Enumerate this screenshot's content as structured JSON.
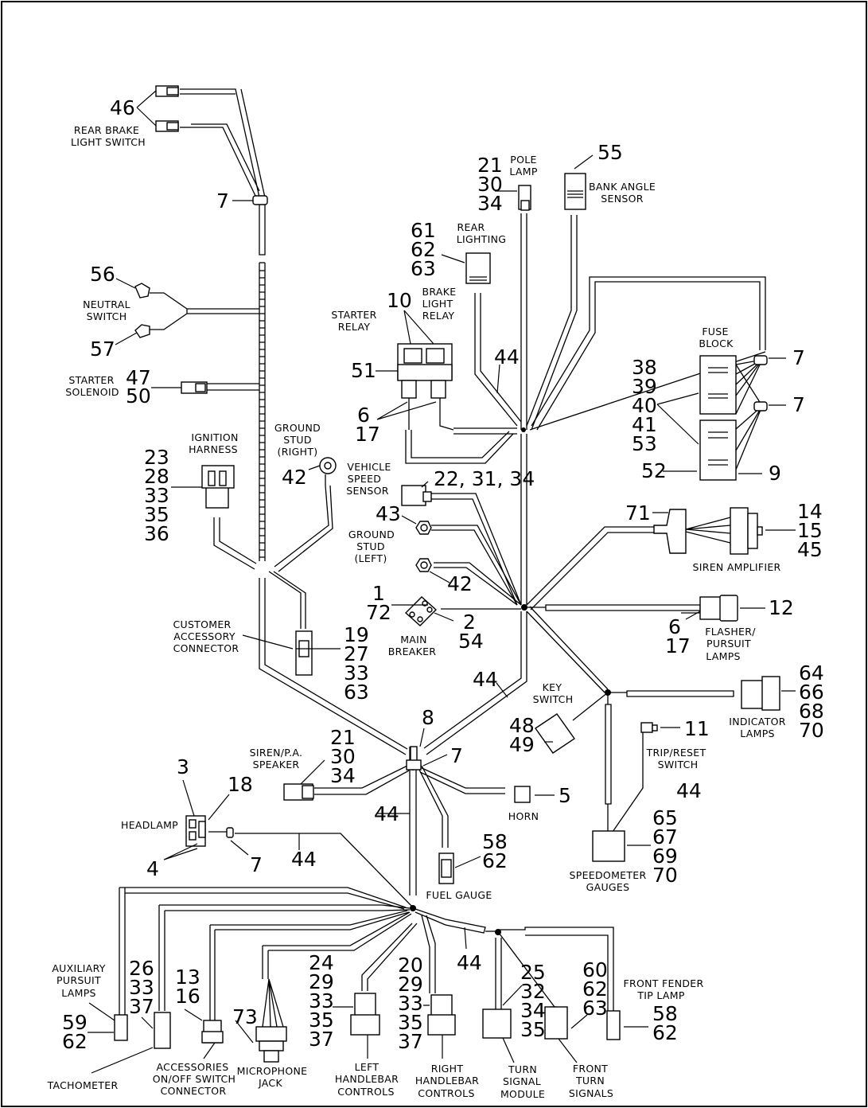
{
  "callouts": {
    "c46": "46",
    "c7a": "7",
    "c56": "56",
    "c57": "57",
    "c47_50": [
      "47",
      "50"
    ],
    "c23_36": [
      "23",
      "28",
      "33",
      "35",
      "36"
    ],
    "c42a": "42",
    "c21_34a": [
      "21",
      "30",
      "34"
    ],
    "c55": "55",
    "c61_63": [
      "61",
      "62",
      "63"
    ],
    "c10": "10",
    "c51": "51",
    "c6_17a": [
      "6",
      "17"
    ],
    "c44a": "44",
    "c38_53": [
      "38",
      "39",
      "40",
      "41",
      "53"
    ],
    "c52": "52",
    "c7b": "7",
    "c7c": "7",
    "c9": "9",
    "c22": "22, 31, 34",
    "c43": "43",
    "c42b": "42",
    "c71": "71",
    "c14_45": [
      "14",
      "15",
      "45"
    ],
    "c1_72": [
      "1",
      "72"
    ],
    "c2_54": [
      "2",
      "54"
    ],
    "c12": "12",
    "c6_17b": [
      "6",
      "17"
    ],
    "c19_63": [
      "19",
      "27",
      "33",
      "63"
    ],
    "c44b": "44",
    "c64_70": [
      "64",
      "66",
      "68",
      "70"
    ],
    "c48_49": [
      "48",
      "49"
    ],
    "c11": "11",
    "c8": "8",
    "c7d": "7",
    "c21_34b": [
      "21",
      "30",
      "34"
    ],
    "c3": "3",
    "c18": "18",
    "c44c": "44",
    "c5": "5",
    "c44d": "44",
    "c4": "4",
    "c7e": "7",
    "c58_62a": [
      "58",
      "62"
    ],
    "c65_70": [
      "65",
      "67",
      "69",
      "70"
    ],
    "c26_37": [
      "26",
      "33",
      "37"
    ],
    "c13_16": [
      "13",
      "16"
    ],
    "c73": "73",
    "c24_37": [
      "24",
      "29",
      "33",
      "35",
      "37"
    ],
    "c20_37": [
      "20",
      "29",
      "33",
      "35",
      "37"
    ],
    "c44e": "44",
    "c25_35": [
      "25",
      "32",
      "34",
      "35"
    ],
    "c60_63": [
      "60",
      "62",
      "63"
    ],
    "c59_62": [
      "59",
      "62"
    ],
    "c58_62b": [
      "58",
      "62"
    ]
  },
  "labels": {
    "rear_brake_light_switch": [
      "REAR BRAKE",
      "LIGHT SWITCH"
    ],
    "neutral_switch": [
      "NEUTRAL",
      "SWITCH"
    ],
    "starter_solenoid": [
      "STARTER",
      "SOLENOID"
    ],
    "ignition_harness": [
      "IGNITION",
      "HARNESS"
    ],
    "ground_stud_right": [
      "GROUND",
      "STUD",
      "(RIGHT)"
    ],
    "pole_lamp": [
      "POLE",
      "LAMP"
    ],
    "bank_angle_sensor": [
      "BANK ANGLE",
      "SENSOR"
    ],
    "rear_lighting": [
      "REAR",
      "LIGHTING"
    ],
    "starter_relay": [
      "STARTER",
      "RELAY"
    ],
    "brake_light_relay": [
      "BRAKE",
      "LIGHT",
      "RELAY"
    ],
    "fuse_block": [
      "FUSE",
      "BLOCK"
    ],
    "vehicle_speed_sensor": [
      "VEHICLE",
      "SPEED",
      "SENSOR"
    ],
    "ground_stud_left": [
      "GROUND",
      "STUD",
      "(LEFT)"
    ],
    "siren_amplifier": "SIREN AMPLIFIER",
    "main_breaker": [
      "MAIN",
      "BREAKER"
    ],
    "customer_accessory_connector": [
      "CUSTOMER",
      "ACCESSORY",
      "CONNECTOR"
    ],
    "flasher_pursuit_lamps": [
      "FLASHER/",
      "PURSUIT",
      "LAMPS"
    ],
    "key_switch": [
      "KEY",
      "SWITCH"
    ],
    "indicator_lamps": [
      "INDICATOR",
      "LAMPS"
    ],
    "trip_reset_switch": [
      "TRIP/RESET",
      "SWITCH"
    ],
    "siren_pa_speaker": [
      "SIREN/P.A.",
      "SPEAKER"
    ],
    "headlamp": "HEADLAMP",
    "horn": "HORN",
    "fuel_gauge": "FUEL GAUGE",
    "speedometer_gauges": [
      "SPEEDOMETER",
      "GAUGES"
    ],
    "auxiliary_pursuit_lamps": [
      "AUXILIARY",
      "PURSUIT",
      "LAMPS"
    ],
    "front_fender_tip_lamp": [
      "FRONT FENDER",
      "TIP LAMP"
    ],
    "tachometer": "TACHOMETER",
    "accessories_switch_connector": [
      "ACCESSORIES",
      "ON/OFF SWITCH",
      "CONNECTOR"
    ],
    "microphone_jack": [
      "MICROPHONE",
      "JACK"
    ],
    "left_handlebar_controls": [
      "LEFT",
      "HANDLEBAR",
      "CONTROLS"
    ],
    "right_handlebar_controls": [
      "RIGHT",
      "HANDLEBAR",
      "CONTROLS"
    ],
    "turn_signal_module": [
      "TURN",
      "SIGNAL",
      "MODULE"
    ],
    "front_turn_signals": [
      "FRONT",
      "TURN",
      "SIGNALS"
    ]
  }
}
